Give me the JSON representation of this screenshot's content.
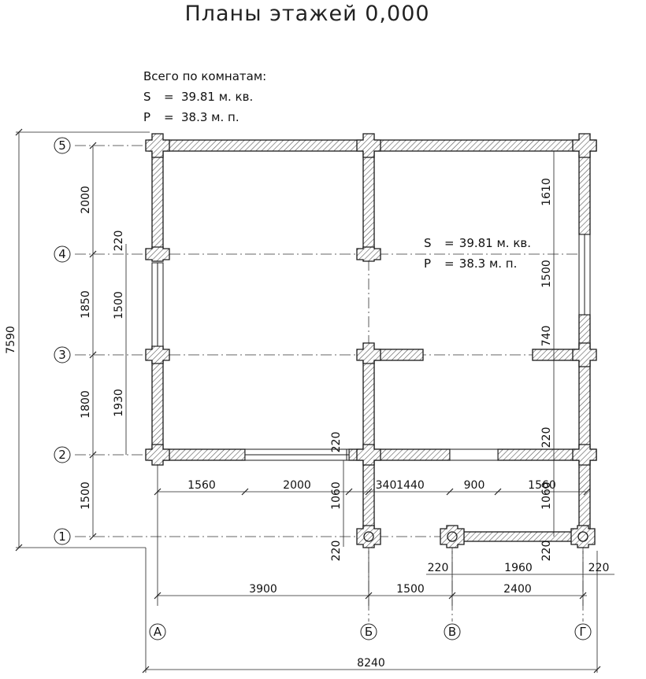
{
  "title": "Планы этажей 0,000",
  "totals": {
    "header": "Всего по комнатам:",
    "s_label": "S",
    "s_value": "39.81 м. кв.",
    "p_label": "P",
    "p_value": "38.3 м. п."
  },
  "room": {
    "s_label": "S",
    "s_value": "39.81 м. кв.",
    "p_label": "P",
    "p_value": "38.3 м. п."
  },
  "axes": {
    "rows": [
      "5",
      "4",
      "3",
      "2",
      "1"
    ],
    "cols": [
      "А",
      "Б",
      "В",
      "Г"
    ]
  },
  "dims": {
    "overall_vertical": "7590",
    "left_chain": [
      "2000",
      "1850",
      "1800",
      "1500"
    ],
    "left_inner": [
      "220",
      "1500",
      "1930"
    ],
    "right_side": [
      "1610",
      "1500",
      "740",
      "220"
    ],
    "bottom_openings": [
      "1560",
      "2000",
      "340",
      "1440",
      "900",
      "1560"
    ],
    "porch_vertical": [
      "220",
      "1060",
      "220",
      "1060",
      "220"
    ],
    "porch_chain": [
      "220",
      "1960",
      "220"
    ],
    "axis_chain": [
      "3900",
      "1500",
      "2400"
    ],
    "overall_horizontal": "8240"
  },
  "colors": {
    "wall_outline": "#1a1a1a",
    "hatch": "#555555",
    "dim_line": "#222222"
  }
}
